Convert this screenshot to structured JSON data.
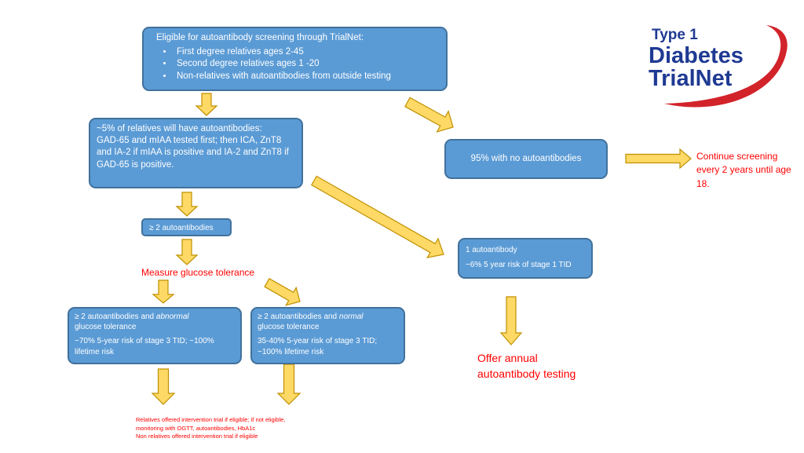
{
  "eligibility": {
    "title": "Eligible for autoantibody screening through  TrialNet:",
    "items": [
      "First degree relatives ages  2-45",
      "Second degree relatives ages 1 -20",
      "Non-relatives with autoantibodies from outside  testing"
    ]
  },
  "relatives_box": {
    "line1": "~5% of relatives will  have autoantibodies:",
    "line2": "GAD-65 and mIAA tested first; then ICA, ZnT8 and IA-2 if mIAA is positive and IA-2 and ZnT8 if GAD-65 is positive."
  },
  "no_autoantibodies_box": {
    "text": "95% with no autoantibodies"
  },
  "continue_screening": {
    "text": "Continue screening every 2 years until age 18."
  },
  "two_autoantibodies_box": {
    "text": "≥ 2 autoantibodies"
  },
  "measure_glucose": {
    "text": "Measure glucose tolerance"
  },
  "one_autoantibody_box": {
    "title": "1 autoantibody",
    "risk": "~6% 5 year risk of stage 1 TID"
  },
  "abnormal_box": {
    "prefix": "≥ 2 autoantibodies and ",
    "emphasis": "abnormal",
    "suffix": "glucose tolerance",
    "risk": "~70% 5-year risk of stage 3 TID; ~100% lifetime risk"
  },
  "normal_box": {
    "prefix": "≥ 2 autoantibodies and ",
    "emphasis": "normal",
    "suffix": "glucose tolerance",
    "risk": "35-40% 5-year risk of stage 3 TID; ~100% lifetime risk"
  },
  "offer_annual": {
    "text": "Offer annual autoantibody testing"
  },
  "footnote": {
    "lines": [
      "Relatives offered intervention trial if eligible; if not eligible,",
      "monitoring with OGTT, autoantibodies, HbA1c",
      "Non relatives offered intervention trial if eligible"
    ]
  },
  "logo": {
    "line1": "Type 1",
    "line2": "Diabetes",
    "line3": "TrialNet",
    "colors": {
      "text": "#1f3a93",
      "swoosh": "#d2232a"
    }
  },
  "colors": {
    "box_fill": "#5b9bd5",
    "box_border": "#41719c",
    "arrow_fill": "#ffd966",
    "arrow_stroke": "#bf9000",
    "red_text": "#ff0000"
  }
}
